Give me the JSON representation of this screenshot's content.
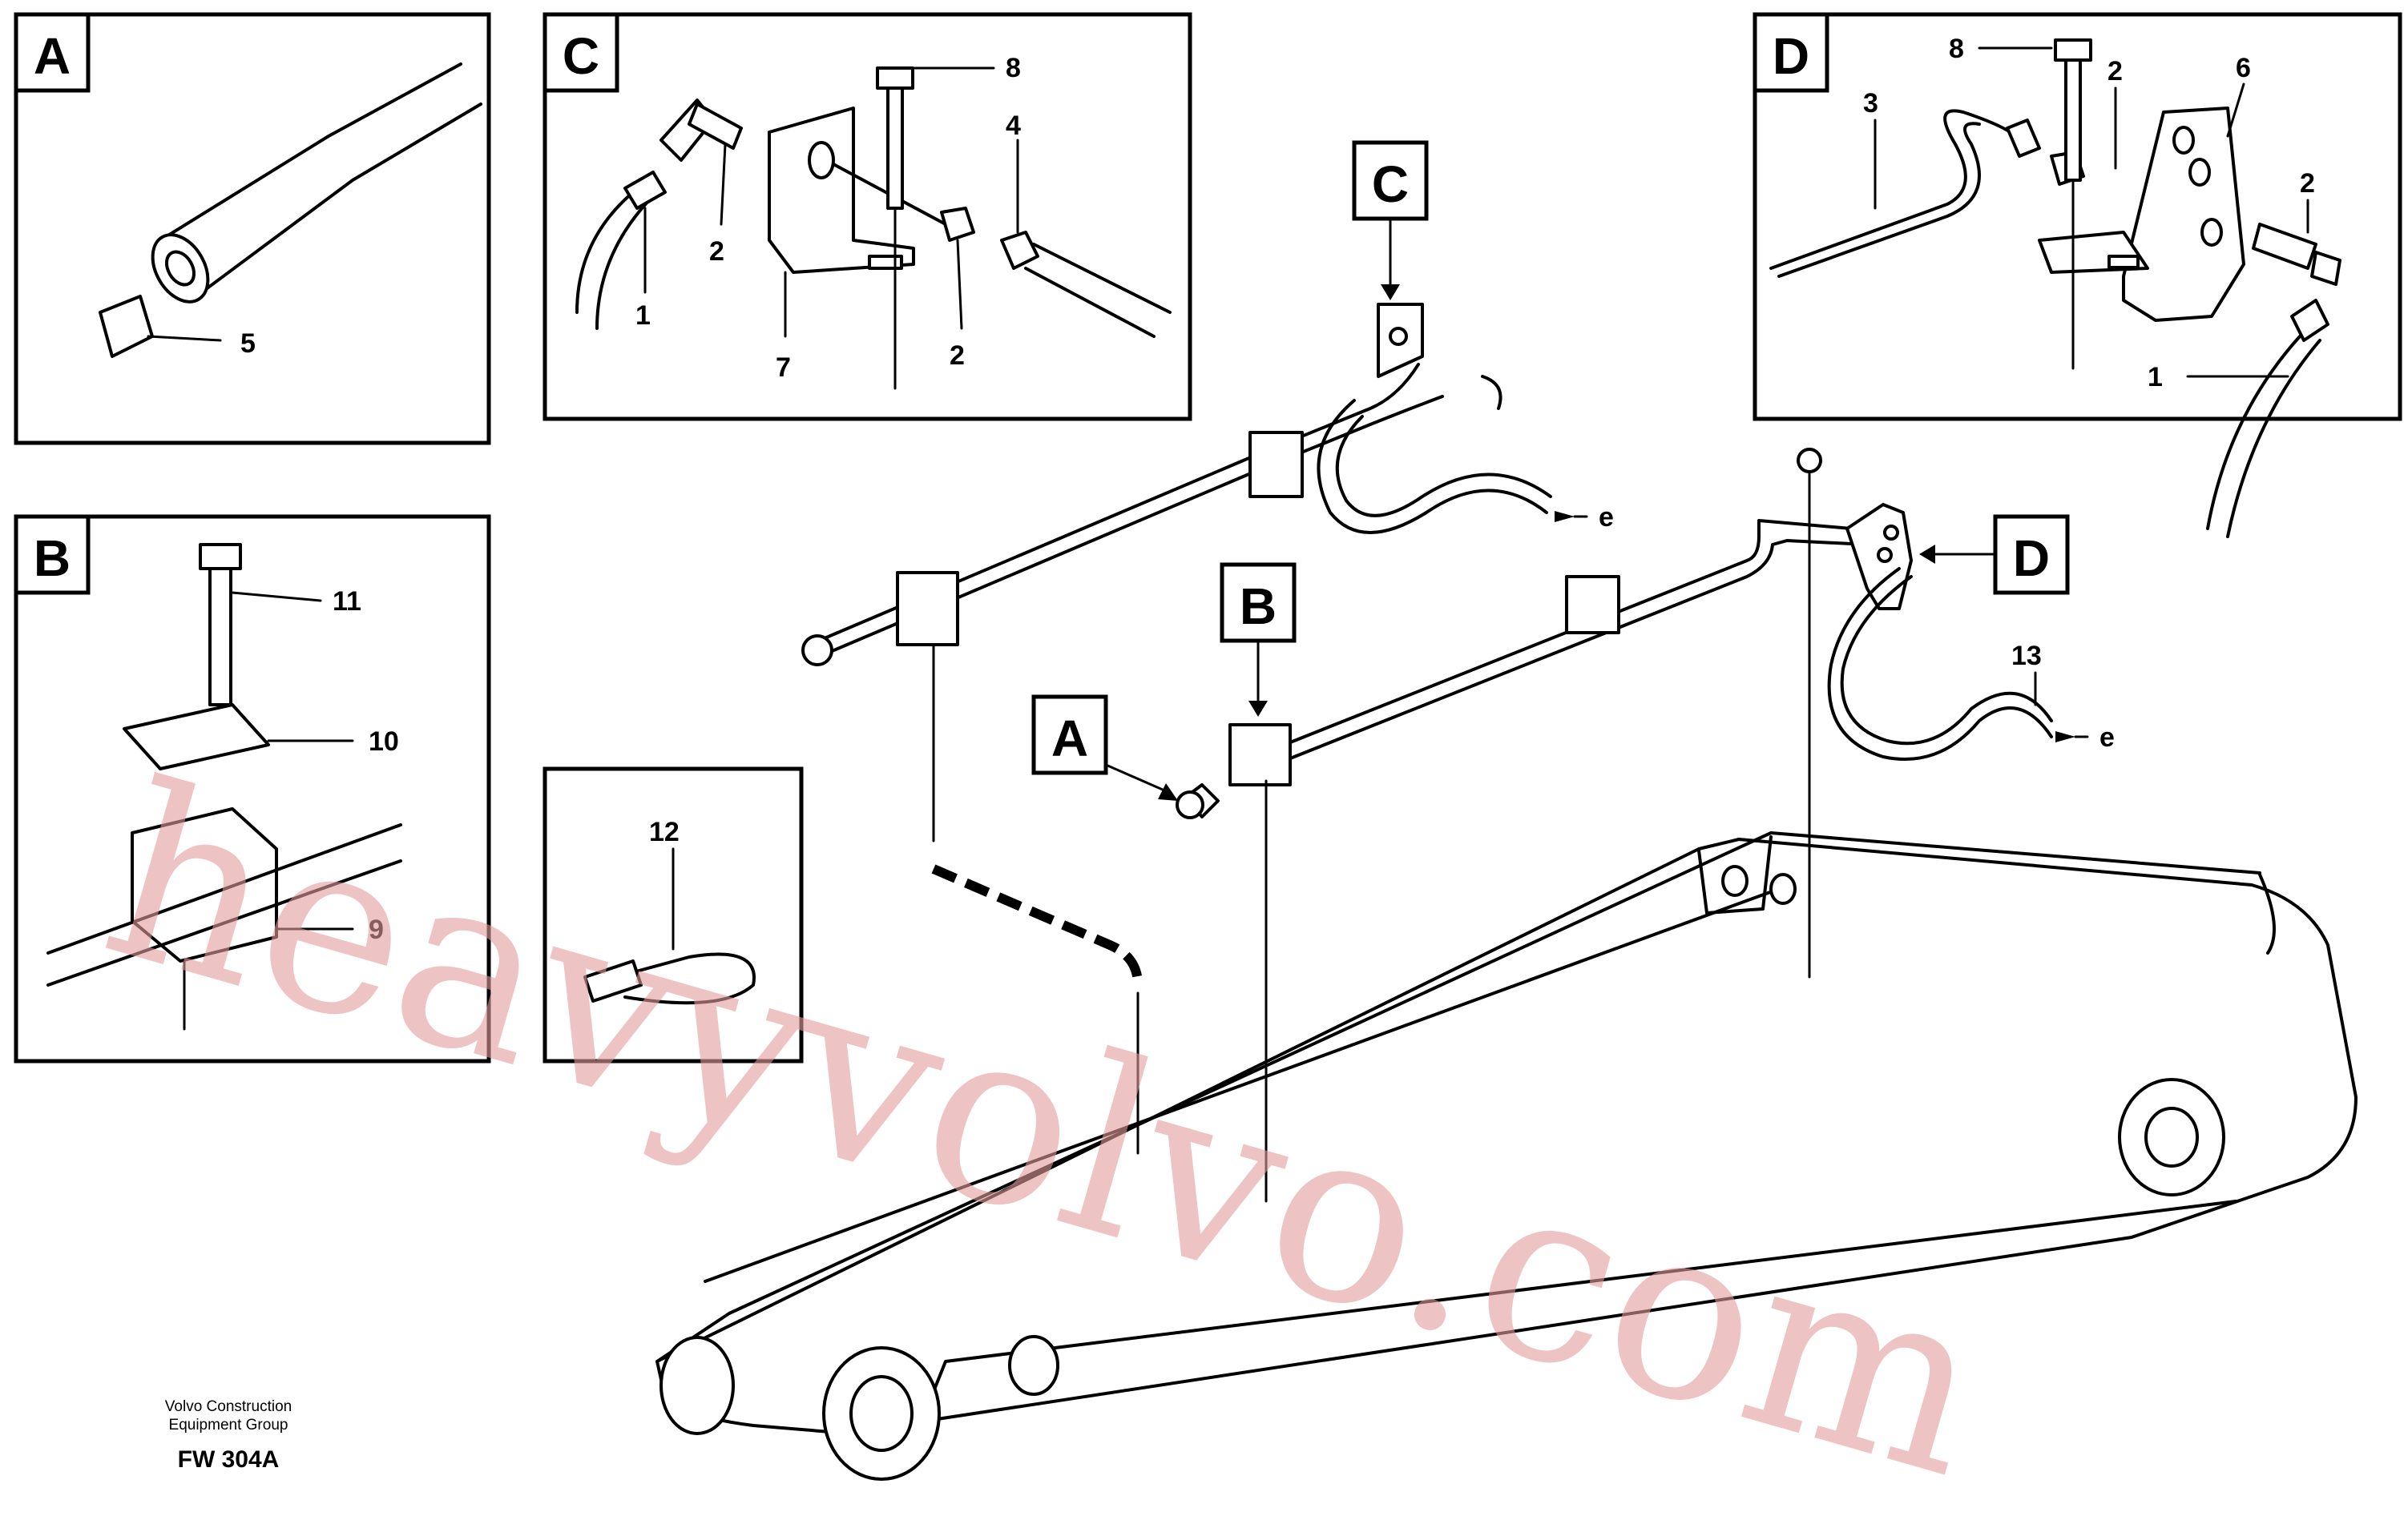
{
  "diagram": {
    "views": [
      {
        "id": "A",
        "label": "A",
        "callouts": [
          "5"
        ]
      },
      {
        "id": "B",
        "label": "B",
        "callouts": [
          "11",
          "10",
          "9"
        ]
      },
      {
        "id": "C",
        "label": "C",
        "callouts": [
          "8",
          "4",
          "2",
          "1",
          "7",
          "2"
        ]
      },
      {
        "id": "D",
        "label": "D",
        "callouts": [
          "8",
          "2",
          "6",
          "3",
          "2",
          "1"
        ]
      },
      {
        "id": "tie",
        "label": "",
        "callouts": [
          "12"
        ]
      }
    ],
    "main_tags": [
      "A",
      "B",
      "C",
      "D"
    ],
    "main_callouts": [
      "13"
    ],
    "flow_marks": [
      "e",
      "e"
    ],
    "footer": {
      "line1": "Volvo Construction",
      "line2": "Equipment Group",
      "code": "FW 304A"
    },
    "watermark": "heavyvolvo.com",
    "colors": {
      "ink": "#000000",
      "watermark": "#e39b9b",
      "background": "#ffffff"
    }
  }
}
